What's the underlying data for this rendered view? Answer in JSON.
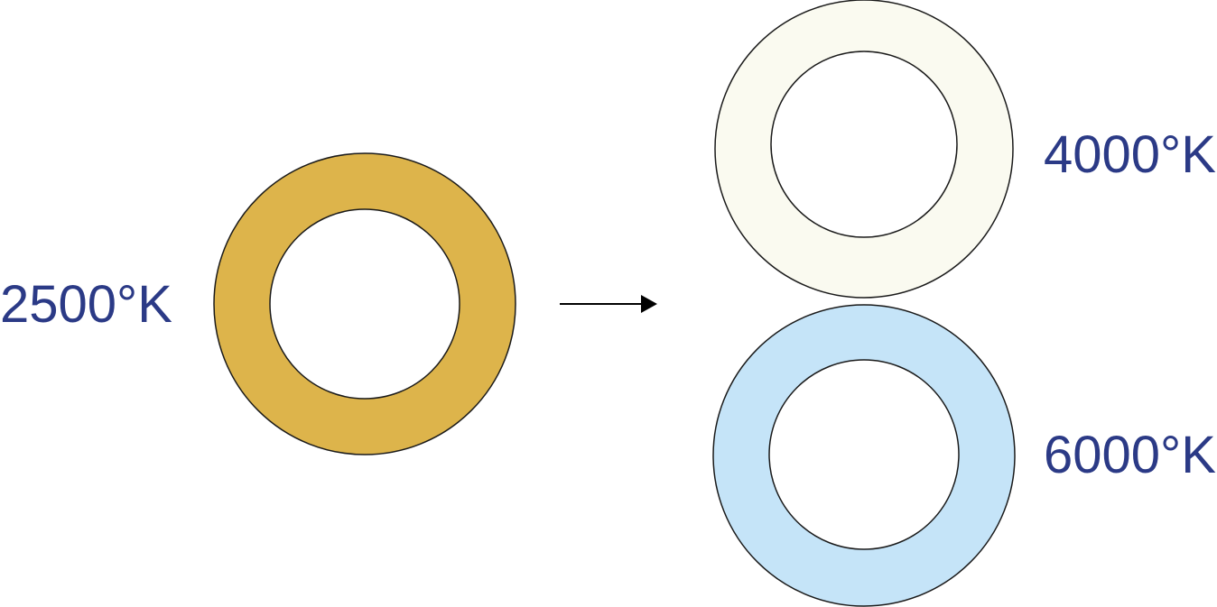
{
  "colors": {
    "label_text": "#2b3a86",
    "outline": "#1a1a1a",
    "arrow": "#000000",
    "inner_fill": "#ffffff"
  },
  "rings": [
    {
      "label": "2500°K",
      "fill": "#ddb44b"
    },
    {
      "label": "4000°K",
      "fill": "#fafaf0"
    },
    {
      "label": "6000°K",
      "fill": "#c5e4f8"
    }
  ],
  "arrow": {
    "icon": "right-arrow-icon"
  }
}
